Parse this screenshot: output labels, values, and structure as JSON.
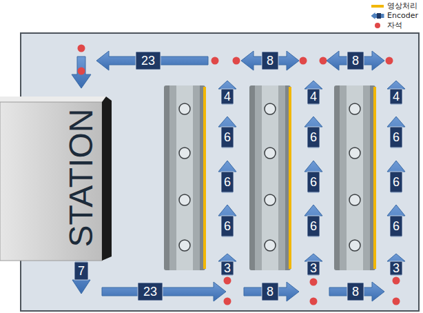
{
  "diagram": {
    "nodes": [
      {
        "text": [
          "23"
        ]
      },
      {
        "text": [
          "8"
        ]
      },
      {
        "text": [
          "8"
        ]
      },
      {
        "text": [
          "STATION"
        ]
      },
      {
        "text": [
          "4"
        ]
      },
      {
        "text": [
          "4"
        ]
      },
      {
        "text": [
          "4"
        ]
      },
      {
        "text": [
          "6"
        ]
      },
      {
        "text": [
          "6"
        ]
      },
      {
        "text": [
          "6"
        ]
      },
      {
        "text": [
          "6"
        ]
      },
      {
        "text": [
          "6"
        ]
      },
      {
        "text": [
          "6"
        ]
      },
      {
        "text": [
          "6"
        ]
      },
      {
        "text": [
          "6"
        ]
      },
      {
        "text": [
          "6"
        ]
      },
      {
        "text": [
          "3"
        ]
      },
      {
        "text": [
          "3"
        ]
      },
      {
        "text": [
          "3"
        ]
      },
      {
        "text": [
          "7"
        ]
      },
      {
        "text": [
          "23"
        ]
      },
      {
        "text": [
          "8"
        ]
      },
      {
        "text": [
          "8"
        ]
      }
    ],
    "legend": [
      {
        "text": "영상처리",
        "color": "#f2b705"
      },
      {
        "text": "Encoder"
      },
      {
        "text": "자석",
        "color": "#e04848"
      }
    ]
  }
}
